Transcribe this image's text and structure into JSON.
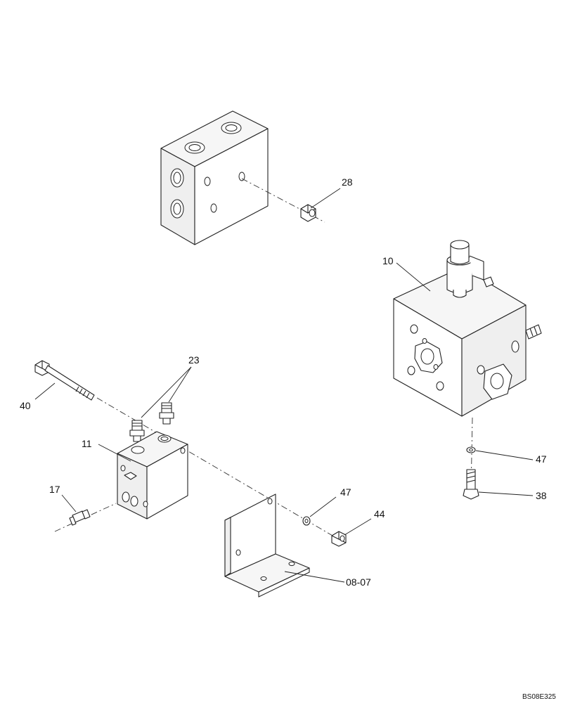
{
  "callouts": {
    "c28": "28",
    "c10": "10",
    "c23": "23",
    "c40": "40",
    "c11": "11",
    "c17": "17",
    "c47a": "47",
    "c44": "44",
    "c0807": "08-07",
    "c47b": "47",
    "c38": "38"
  },
  "drawing_code": "BS08E325"
}
